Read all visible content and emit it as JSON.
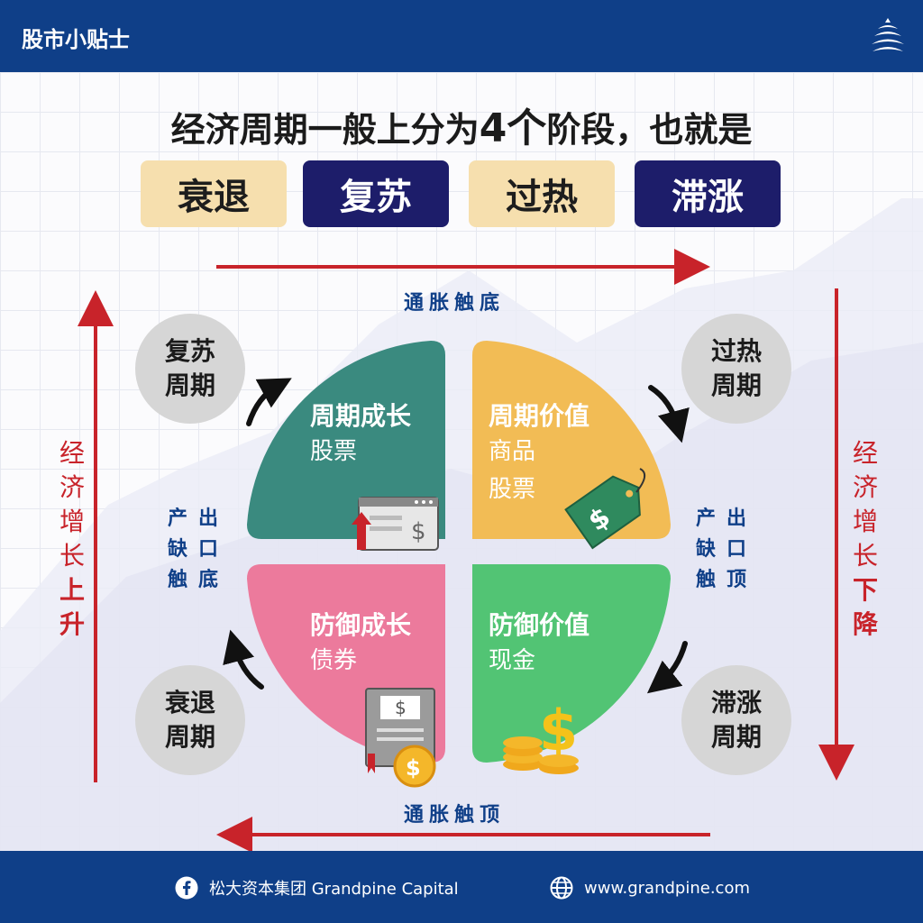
{
  "header": {
    "title": "股市小贴士",
    "logo_icon": "pine-tree-logo-icon"
  },
  "headline": {
    "text_before": "经济周期一般上分为",
    "number": "4个",
    "text_after": "阶段，也就是"
  },
  "stages": [
    {
      "label": "衰退",
      "style": "light"
    },
    {
      "label": "复苏",
      "style": "dark"
    },
    {
      "label": "过热",
      "style": "light"
    },
    {
      "label": "滞涨",
      "style": "dark"
    }
  ],
  "axes": {
    "top": "通胀触底",
    "bottom": "通胀触顶",
    "left": {
      "normal": "经济增长",
      "bold": "上升"
    },
    "right": {
      "normal": "经济增长",
      "bold": "下降"
    },
    "left_mid": [
      "产",
      "出",
      "缺",
      "口",
      "触",
      "底"
    ],
    "right_mid": [
      "产",
      "出",
      "缺",
      "口",
      "触",
      "顶"
    ]
  },
  "quadrants": [
    {
      "id": "top-left",
      "title": "周期成长",
      "items": [
        "股票"
      ],
      "color": "#3a8a7f",
      "icon": "stock-chart-icon"
    },
    {
      "id": "top-right",
      "title": "周期价值",
      "items": [
        "商品",
        "股票"
      ],
      "color": "#f2bc55",
      "icon": "price-tag-icon"
    },
    {
      "id": "bottom-left",
      "title": "防御成长",
      "items": [
        "债券"
      ],
      "color": "#ec7a9c",
      "icon": "bond-certificate-icon"
    },
    {
      "id": "bottom-right",
      "title": "防御价值",
      "items": [
        "现金"
      ],
      "color": "#52c474",
      "icon": "dollar-coins-icon"
    }
  ],
  "cycles": {
    "recovery": [
      "复苏",
      "周期"
    ],
    "overheat": [
      "过热",
      "周期"
    ],
    "recession": [
      "衰退",
      "周期"
    ],
    "stagflation": [
      "滞涨",
      "周期"
    ]
  },
  "colors": {
    "brand": "#0f3f88",
    "arrow": "#c8232a",
    "stage_light": "#f6dfae",
    "stage_dark": "#1d1d6a"
  },
  "footer": {
    "facebook_icon": "facebook-icon",
    "company": "松大资本集团 Grandpine Capital",
    "globe_icon": "globe-icon",
    "website": "www.grandpine.com"
  }
}
